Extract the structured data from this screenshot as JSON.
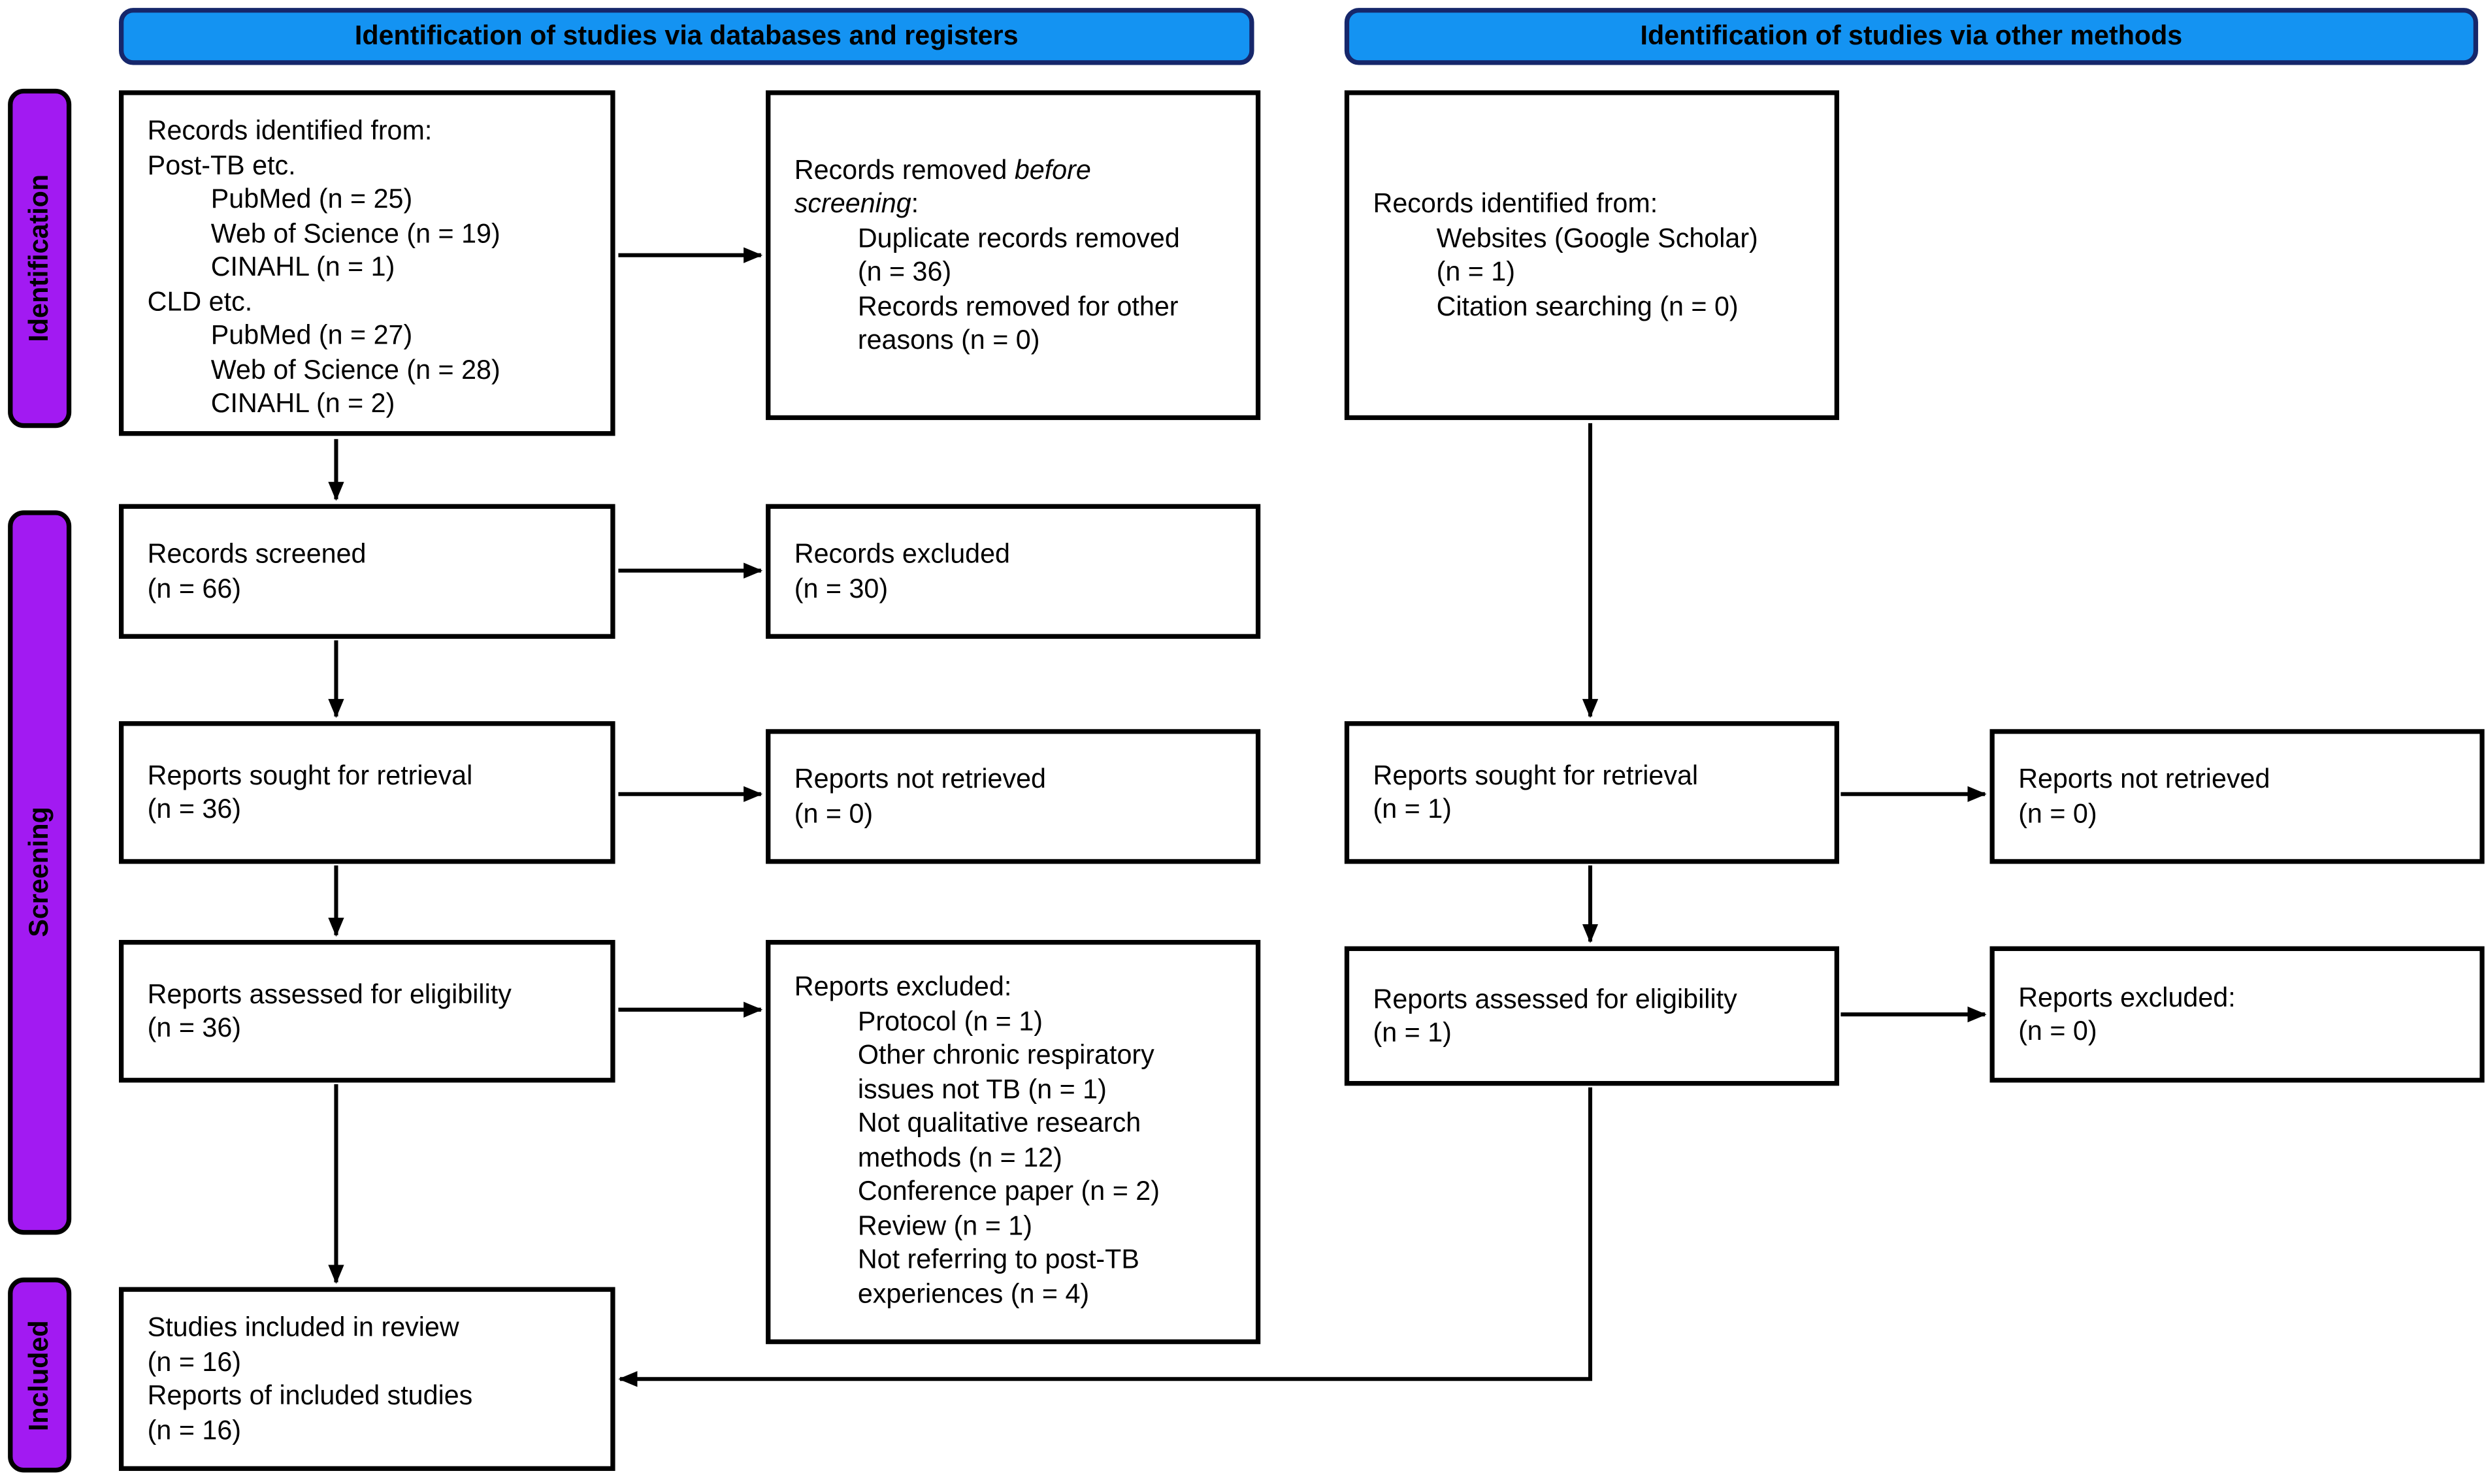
{
  "headers": {
    "databases": "Identification of studies via databases and registers",
    "other": "Identification of studies via other methods"
  },
  "stages": {
    "identification": "Identification",
    "screening": "Screening",
    "included": "Included"
  },
  "colors": {
    "header_fill": "#1493F2",
    "header_border": "#16276B",
    "stage_fill": "#A21AF2",
    "arrow": "#000000"
  },
  "boxes": {
    "records_identified_databases": {
      "lines": [
        {
          "text": "Records identified from:",
          "indent": 0
        },
        {
          "text": "Post-TB etc.",
          "indent": 0
        },
        {
          "text": "PubMed (n = 25)",
          "indent": 1
        },
        {
          "text": "Web of Science (n = 19)",
          "indent": 1
        },
        {
          "text": "CINAHL (n = 1)",
          "indent": 1
        },
        {
          "text": "CLD etc.",
          "indent": 0
        },
        {
          "text": "PubMed (n = 27)",
          "indent": 1
        },
        {
          "text": "Web of Science (n = 28)",
          "indent": 1
        },
        {
          "text": "CINAHL (n = 2)",
          "indent": 1
        }
      ]
    },
    "records_removed_before_screening": {
      "lines": [
        {
          "segments": [
            {
              "text": "Records removed "
            },
            {
              "text": "before",
              "italic": true
            }
          ],
          "indent": 0
        },
        {
          "segments": [
            {
              "text": "screening",
              "italic": true
            },
            {
              "text": ":"
            }
          ],
          "indent": 0
        },
        {
          "text": "Duplicate records removed",
          "indent": 1
        },
        {
          "text": "(n = 36)",
          "indent": 1
        },
        {
          "text": "Records removed for other",
          "indent": 1
        },
        {
          "text": "reasons (n = 0)",
          "indent": 1
        }
      ]
    },
    "records_identified_other": {
      "lines": [
        {
          "text": "Records identified from:",
          "indent": 0
        },
        {
          "text": "Websites (Google Scholar)",
          "indent": 1
        },
        {
          "text": "(n = 1)",
          "indent": 1
        },
        {
          "text": "Citation searching (n = 0)",
          "indent": 1
        }
      ]
    },
    "records_screened": {
      "lines": [
        {
          "text": "Records screened",
          "indent": 0
        },
        {
          "text": "(n = 66)",
          "indent": 0
        }
      ]
    },
    "records_excluded": {
      "lines": [
        {
          "text": "Records excluded",
          "indent": 0
        },
        {
          "text": "(n = 30)",
          "indent": 0
        }
      ]
    },
    "reports_sought_databases": {
      "lines": [
        {
          "text": "Reports sought for retrieval",
          "indent": 0
        },
        {
          "text": "(n = 36)",
          "indent": 0
        }
      ]
    },
    "reports_not_retrieved_databases": {
      "lines": [
        {
          "text": "Reports not retrieved",
          "indent": 0
        },
        {
          "text": "(n = 0)",
          "indent": 0
        }
      ]
    },
    "reports_sought_other": {
      "lines": [
        {
          "text": "Reports sought for retrieval",
          "indent": 0
        },
        {
          "text": "(n = 1)",
          "indent": 0
        }
      ]
    },
    "reports_not_retrieved_other": {
      "lines": [
        {
          "text": "Reports not retrieved",
          "indent": 0
        },
        {
          "text": "(n = 0)",
          "indent": 0
        }
      ]
    },
    "reports_assessed_databases": {
      "lines": [
        {
          "text": "Reports assessed for eligibility",
          "indent": 0
        },
        {
          "text": "(n = 36)",
          "indent": 0
        }
      ]
    },
    "reports_excluded_databases": {
      "lines": [
        {
          "text": "Reports excluded:",
          "indent": 0
        },
        {
          "text": "Protocol (n = 1)",
          "indent": 1
        },
        {
          "text": "Other chronic respiratory",
          "indent": 1
        },
        {
          "text": "issues not TB (n = 1)",
          "indent": 1
        },
        {
          "text": "Not qualitative research",
          "indent": 1
        },
        {
          "text": "methods (n = 12)",
          "indent": 1
        },
        {
          "text": "Conference paper (n = 2)",
          "indent": 1
        },
        {
          "text": "Review (n = 1)",
          "indent": 1
        },
        {
          "text": "Not referring to post-TB",
          "indent": 1
        },
        {
          "text": "experiences (n = 4)",
          "indent": 1
        }
      ]
    },
    "reports_assessed_other": {
      "lines": [
        {
          "text": "Reports assessed for eligibility",
          "indent": 0
        },
        {
          "text": "(n = 1)",
          "indent": 0
        }
      ]
    },
    "reports_excluded_other": {
      "lines": [
        {
          "text": "Reports excluded:",
          "indent": 0
        },
        {
          "text": "(n = 0)",
          "indent": 0
        }
      ]
    },
    "studies_included": {
      "lines": [
        {
          "text": "Studies included in review",
          "indent": 0
        },
        {
          "text": "(n = 16)",
          "indent": 0
        },
        {
          "text": "Reports of included studies",
          "indent": 0
        },
        {
          "text": "(n = 16)",
          "indent": 0
        }
      ]
    }
  }
}
